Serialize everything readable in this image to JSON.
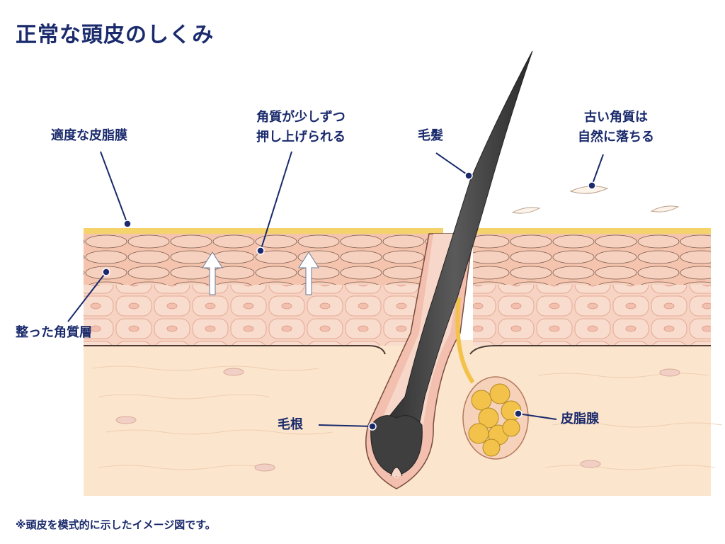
{
  "title": "正常な頭皮のしくみ",
  "labels": {
    "sebum_film": "適度な皮脂膜",
    "keratin_pushed_line1": "角質が少しずつ",
    "keratin_pushed_line2": "押し上げられる",
    "hair": "毛髪",
    "old_keratin_line1": "古い角質は",
    "old_keratin_line2": "自然に落ちる",
    "keratin_layer": "整った角質層",
    "hair_root": "毛根",
    "sebaceous_gland": "皮脂腺"
  },
  "footnote": "※頭皮を模式的に示したイメージ図です。",
  "colors": {
    "text": "#1a2a6c",
    "skin_top": "#f6c9b3",
    "skin_mid": "#f5d2bf",
    "dermis": "#fbe6cf",
    "sebum": "#f4d36b",
    "hair": "#3b3b3b",
    "gland": "#f3c24a"
  }
}
